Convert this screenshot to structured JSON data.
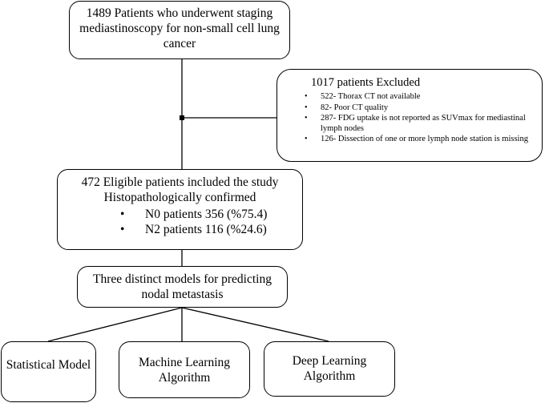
{
  "top_box": {
    "text": "1489 Patients who underwent staging mediastinoscopy for non-small cell lung cancer"
  },
  "excluded_box": {
    "title": "1017 patients Excluded",
    "items": [
      "522- Thorax CT not available",
      "82- Poor CT quality",
      "287- FDG uptake is not reported as SUVmax for mediastinal lymph nodes",
      "126- Dissection of one or more lymph node station is missing"
    ]
  },
  "eligible_box": {
    "line1": "472 Eligible patients included the study",
    "line2": "Histopathologically confirmed",
    "items": [
      "N0 patients 356 (%75.4)",
      "N2 patients 116 (%24.6)"
    ]
  },
  "models_box": {
    "text": "Three distinct models for predicting nodal metastasis"
  },
  "model_boxes": {
    "statistical": "Statistical Model",
    "machine_learning": "Machine Learning Algorithm",
    "deep_learning": "Deep Learning Algorithm"
  },
  "bullet_symbol": "•"
}
